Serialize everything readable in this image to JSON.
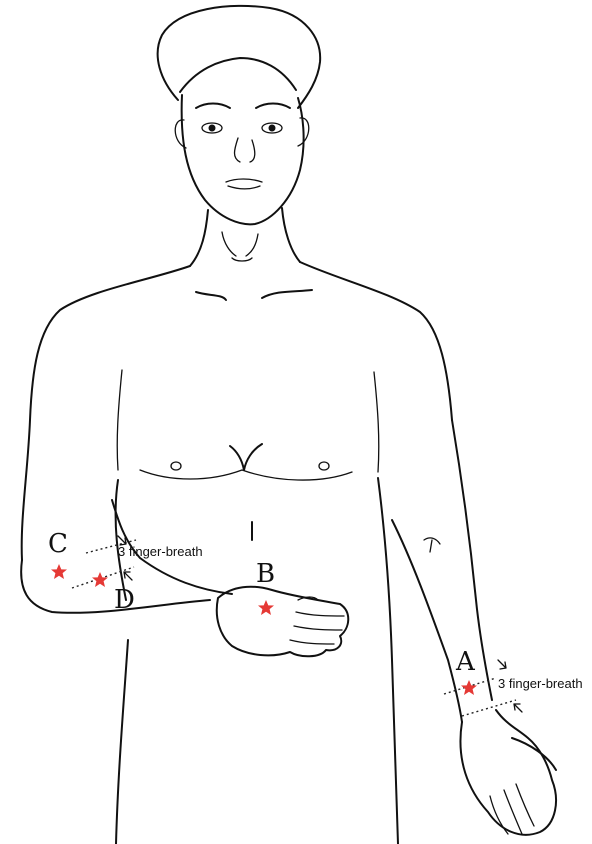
{
  "points": {
    "a": {
      "letter": "A"
    },
    "b": {
      "letter": "B"
    },
    "c": {
      "letter": "C"
    },
    "d": {
      "letter": "D"
    }
  },
  "annotations": {
    "forearm_measure": "3 finger-breath",
    "wrist_measure": "3 finger-breath"
  },
  "colors": {
    "marker": "#e53935",
    "line": "#111111"
  }
}
